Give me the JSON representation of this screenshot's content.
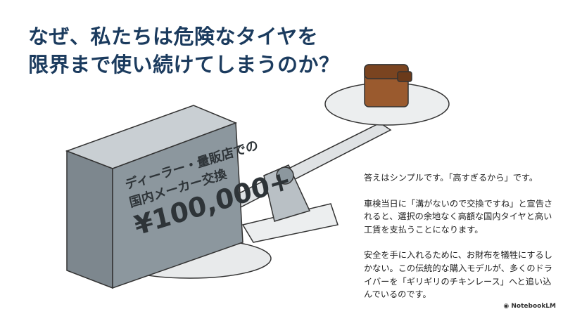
{
  "title": {
    "line1": "なぜ、私たちは危険なタイヤを",
    "line2": "限界まで使い続けてしまうのか？"
  },
  "illustration": {
    "block_line1": "ディーラー・量販店での",
    "block_line2": "国内メーカー交換",
    "block_price": "¥100,000+"
  },
  "body": {
    "p1": "答えはシンプルです。「高すぎるから」です。",
    "p2": "車検当日に「溝がないので交換ですね」と宣告されると、選択の余地なく高額な国内タイヤと高い工賃を支払うことになります。",
    "p3": "安全を手に入れるために、お財布を犠牲にするしかない。この伝統的な購入モデルが、多くのドライバーを「ギリギリのチキンレース」へと追い込んでいるのです。"
  },
  "brand": "NotebookLM",
  "colors": {
    "title": "#1b3b5e",
    "block": "#8c979e"
  }
}
